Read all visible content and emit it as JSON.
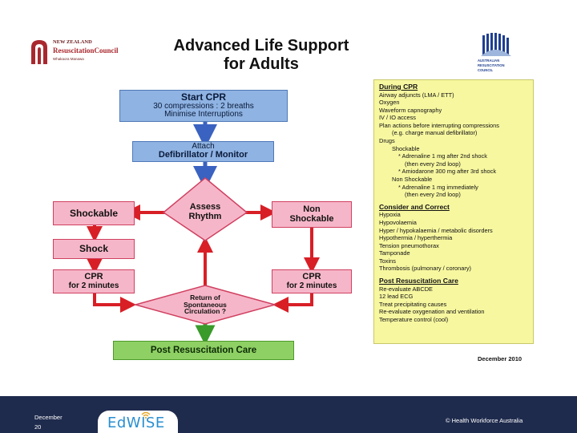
{
  "header": {
    "title_line1": "Advanced Life Support",
    "title_line2": "for Adults",
    "nzrc_logo_line1": "NEW ZEALAND",
    "nzrc_logo_line2": "ResuscitationCouncil",
    "nzrc_logo_line3": "Whakaora Manawa",
    "arc_logo_line1": "AUSTRALIAN",
    "arc_logo_line2": "RESUSCITATION",
    "arc_logo_line3": "COUNCIL"
  },
  "flow": {
    "start_title": "Start CPR",
    "start_line2": "30 compressions : 2 breaths",
    "start_line3": "Minimise Interruptions",
    "attach_line1": "Attach",
    "attach_line2": "Defibrillator / Monitor",
    "assess_line1": "Assess",
    "assess_line2": "Rhythm",
    "shockable": "Shockable",
    "non_shockable_line1": "Non",
    "non_shockable_line2": "Shockable",
    "shock": "Shock",
    "cpr_left_title": "CPR",
    "cpr_left_sub": "for 2 minutes",
    "cpr_right_title": "CPR",
    "cpr_right_sub": "for 2 minutes",
    "rosc_line1": "Return of",
    "rosc_line2": "Spontaneous",
    "rosc_line3": "Circulation ?",
    "post": "Post Resuscitation Care"
  },
  "panel": {
    "during_heading": "During CPR",
    "during_items": [
      "Airway adjuncts (LMA / ETT)",
      "Oxygen",
      "Waveform capnography",
      "IV / IO access",
      "Plan actions before interrupting compressions",
      "(e.g. charge manual defibrillator)",
      "Drugs",
      "Shockable",
      "* Adrenaline 1 mg after 2nd shock",
      "(then every 2nd loop)",
      "* Amiodarone 300 mg after 3rd shock",
      "Non Shockable",
      "* Adrenaline 1 mg immediately",
      "(then every 2nd loop)"
    ],
    "consider_heading": "Consider and Correct",
    "consider_items": [
      "Hypoxia",
      "Hypovolaemia",
      "Hyper / hypokalaemia / metabolic disorders",
      "Hypothermia / hyperthermia",
      "Tension pneumothorax",
      "Tamponade",
      "Toxins",
      "Thrombosis (pulmonary / coronary)"
    ],
    "post_heading": "Post Resuscitation Care",
    "post_items": [
      "Re-evaluate ABCDE",
      "12 lead ECG",
      "Treat precipitating causes",
      "Re-evaluate oxygenation and ventilation",
      "Temperature control (cool)"
    ],
    "date": "December 2010"
  },
  "footer": {
    "date_line1": "December",
    "date_line2": "20",
    "logo_text": "EdWISE",
    "copyright": "© Health Workforce Australia"
  },
  "colors": {
    "flow_blue": "#8fb3e2",
    "flow_pink": "#f6b6c9",
    "flow_green": "#8ed064",
    "arrow_blue": "#3a62c0",
    "arrow_red": "#d81f26",
    "arrow_green": "#3a9a2a",
    "panel_yellow": "#f7f7a0",
    "footer_navy": "#1f2b4d"
  }
}
